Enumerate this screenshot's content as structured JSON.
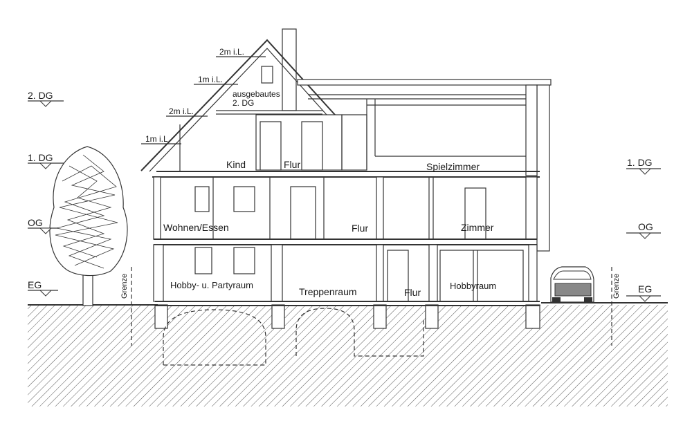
{
  "rooms": {
    "ausgebautes_dg_1": "ausgebautes",
    "ausgebautes_dg_2": "2. DG",
    "kind": "Kind",
    "flur_dg": "Flur",
    "spielzimmer": "Spielzimmer",
    "wohnen_essen": "Wohnen/Essen",
    "flur_og": "Flur",
    "zimmer": "Zimmer",
    "hobby_party": "Hobby- u. Partyraum",
    "treppenraum": "Treppenraum",
    "flur_eg": "Flur",
    "hobbyraum": "Hobbyraum"
  },
  "heights": {
    "h2m_top": "2m i.L.",
    "h1m_upper": "1m i.L.",
    "h2m_lower": "2m i.L.",
    "h1m_lower": "1m i.L."
  },
  "levels_left": {
    "dg2": "2. DG",
    "dg1": "1. DG",
    "og": "OG",
    "eg": "EG"
  },
  "levels_right": {
    "dg1": "1. DG",
    "og": "OG",
    "eg": "EG"
  },
  "boundary": {
    "left": "Grenze",
    "right": "Grenze"
  }
}
